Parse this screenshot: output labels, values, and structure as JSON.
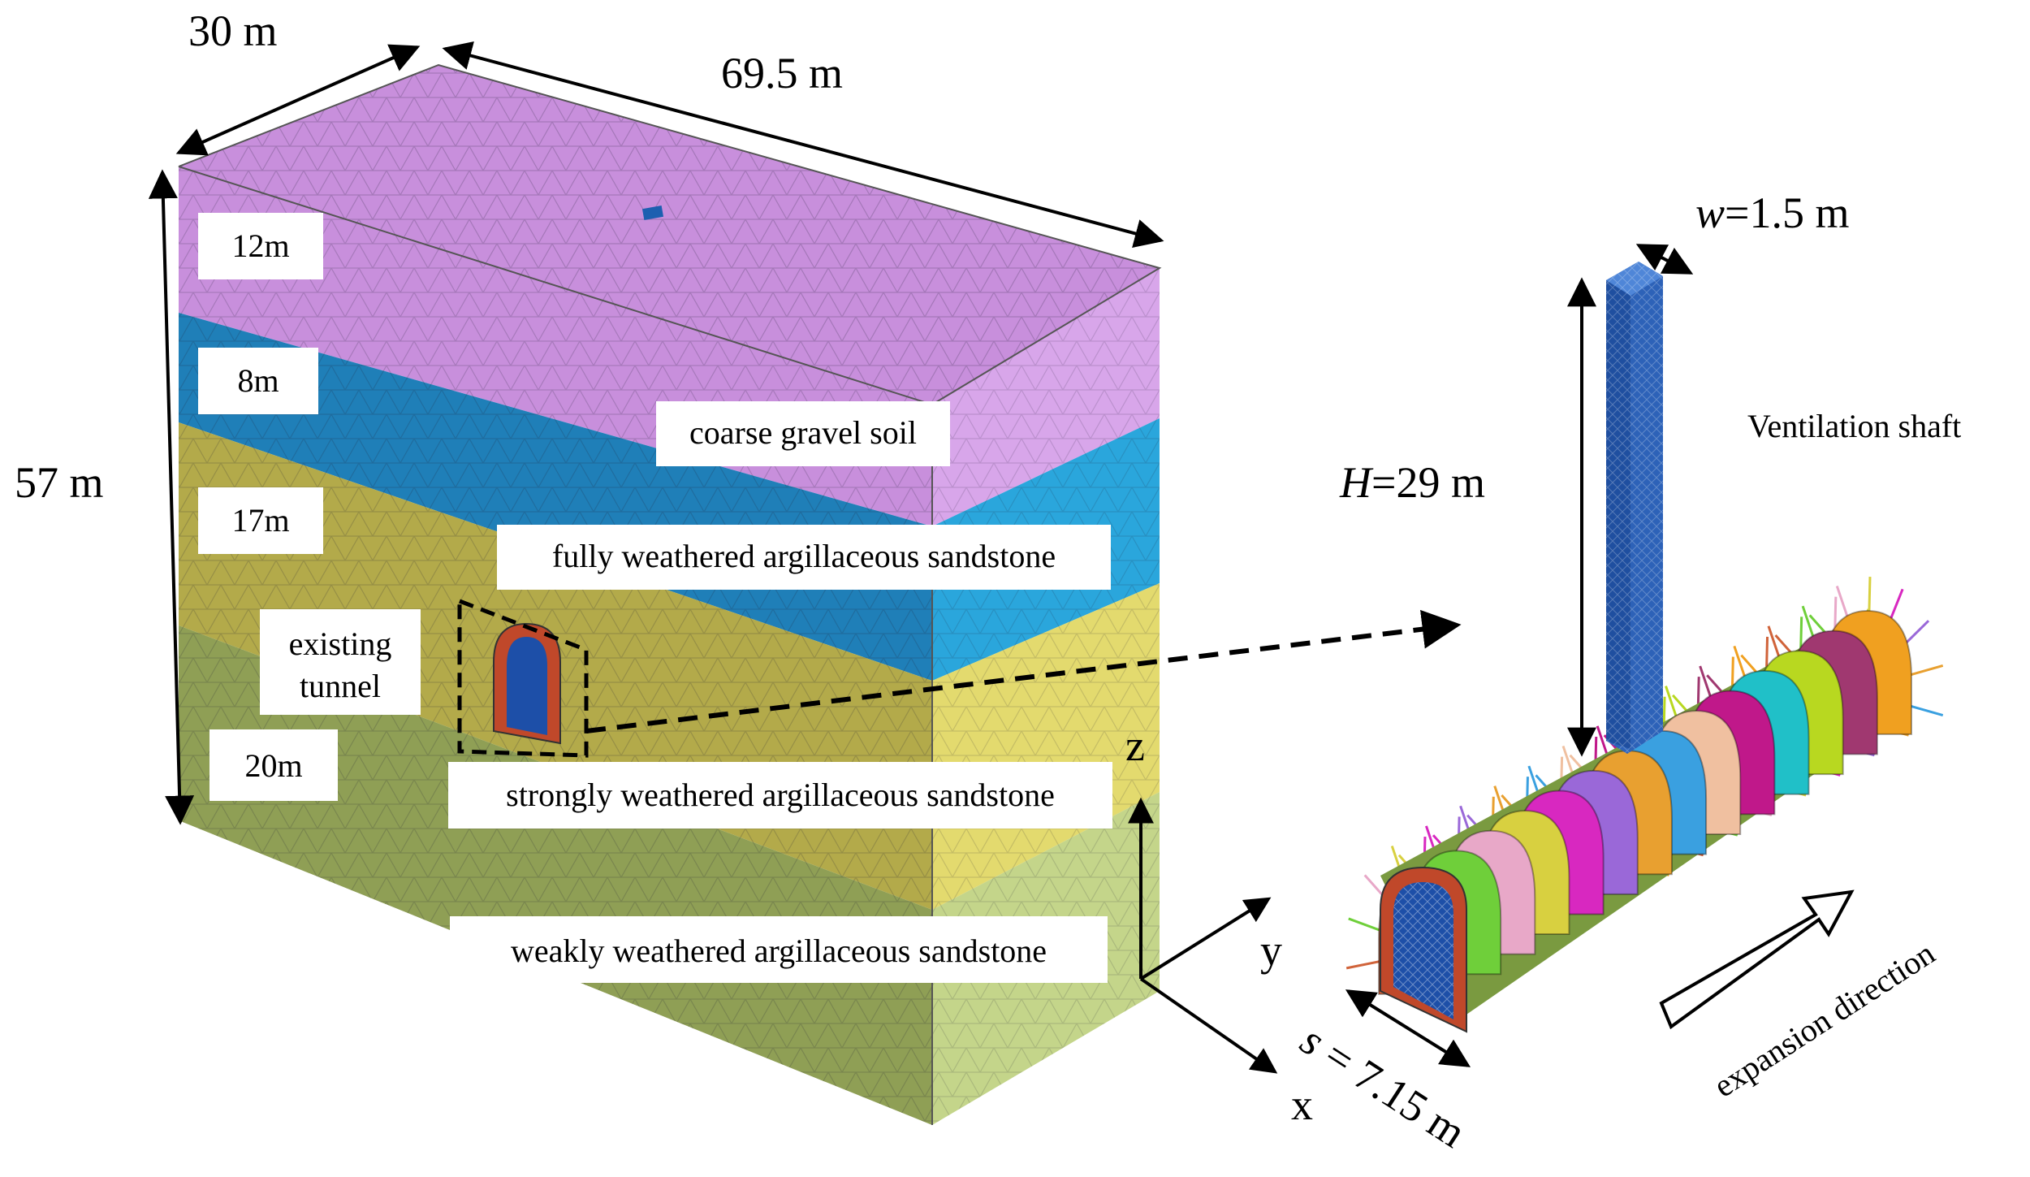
{
  "model": {
    "dimensions": {
      "width": "30 m",
      "length": "69.5 m",
      "height": "57 m"
    },
    "layer_thickness": [
      "12m",
      "8m",
      "17m",
      "20m"
    ],
    "layers": [
      {
        "name": "coarse gravel soil",
        "color": "#c88fdc"
      },
      {
        "name": "fully weathered argillaceous sandstone",
        "color": "#1f7fb8"
      },
      {
        "name": "strongly weathered argillaceous sandstone",
        "color": "#b3aa4a"
      },
      {
        "name": "weakly weathered argillaceous sandstone",
        "color": "#8f9f55"
      }
    ],
    "existing_tunnel_label": [
      "existing",
      "tunnel"
    ]
  },
  "axes": {
    "z": "z",
    "y": "y",
    "x": "x"
  },
  "detail": {
    "shaft_label": "Ventilation shaft",
    "shaft_width": {
      "var": "w",
      "value": "=1.5 m"
    },
    "shaft_height": {
      "var": "H",
      "value": "=29 m"
    },
    "spacing": {
      "var": "s",
      "value": " = 7.15 m"
    },
    "expansion_label": "expansion direction",
    "segment_colors": [
      "#d0633a",
      "#6fcf3a",
      "#e8a8c8",
      "#d8d040",
      "#d828c0",
      "#9a68d8",
      "#e8a030",
      "#3aa0e0",
      "#f0c0a0",
      "#c0188a",
      "#20c0c8",
      "#b8d820",
      "#a03870",
      "#f0a020"
    ],
    "shaft_color": "#2d62b8"
  }
}
